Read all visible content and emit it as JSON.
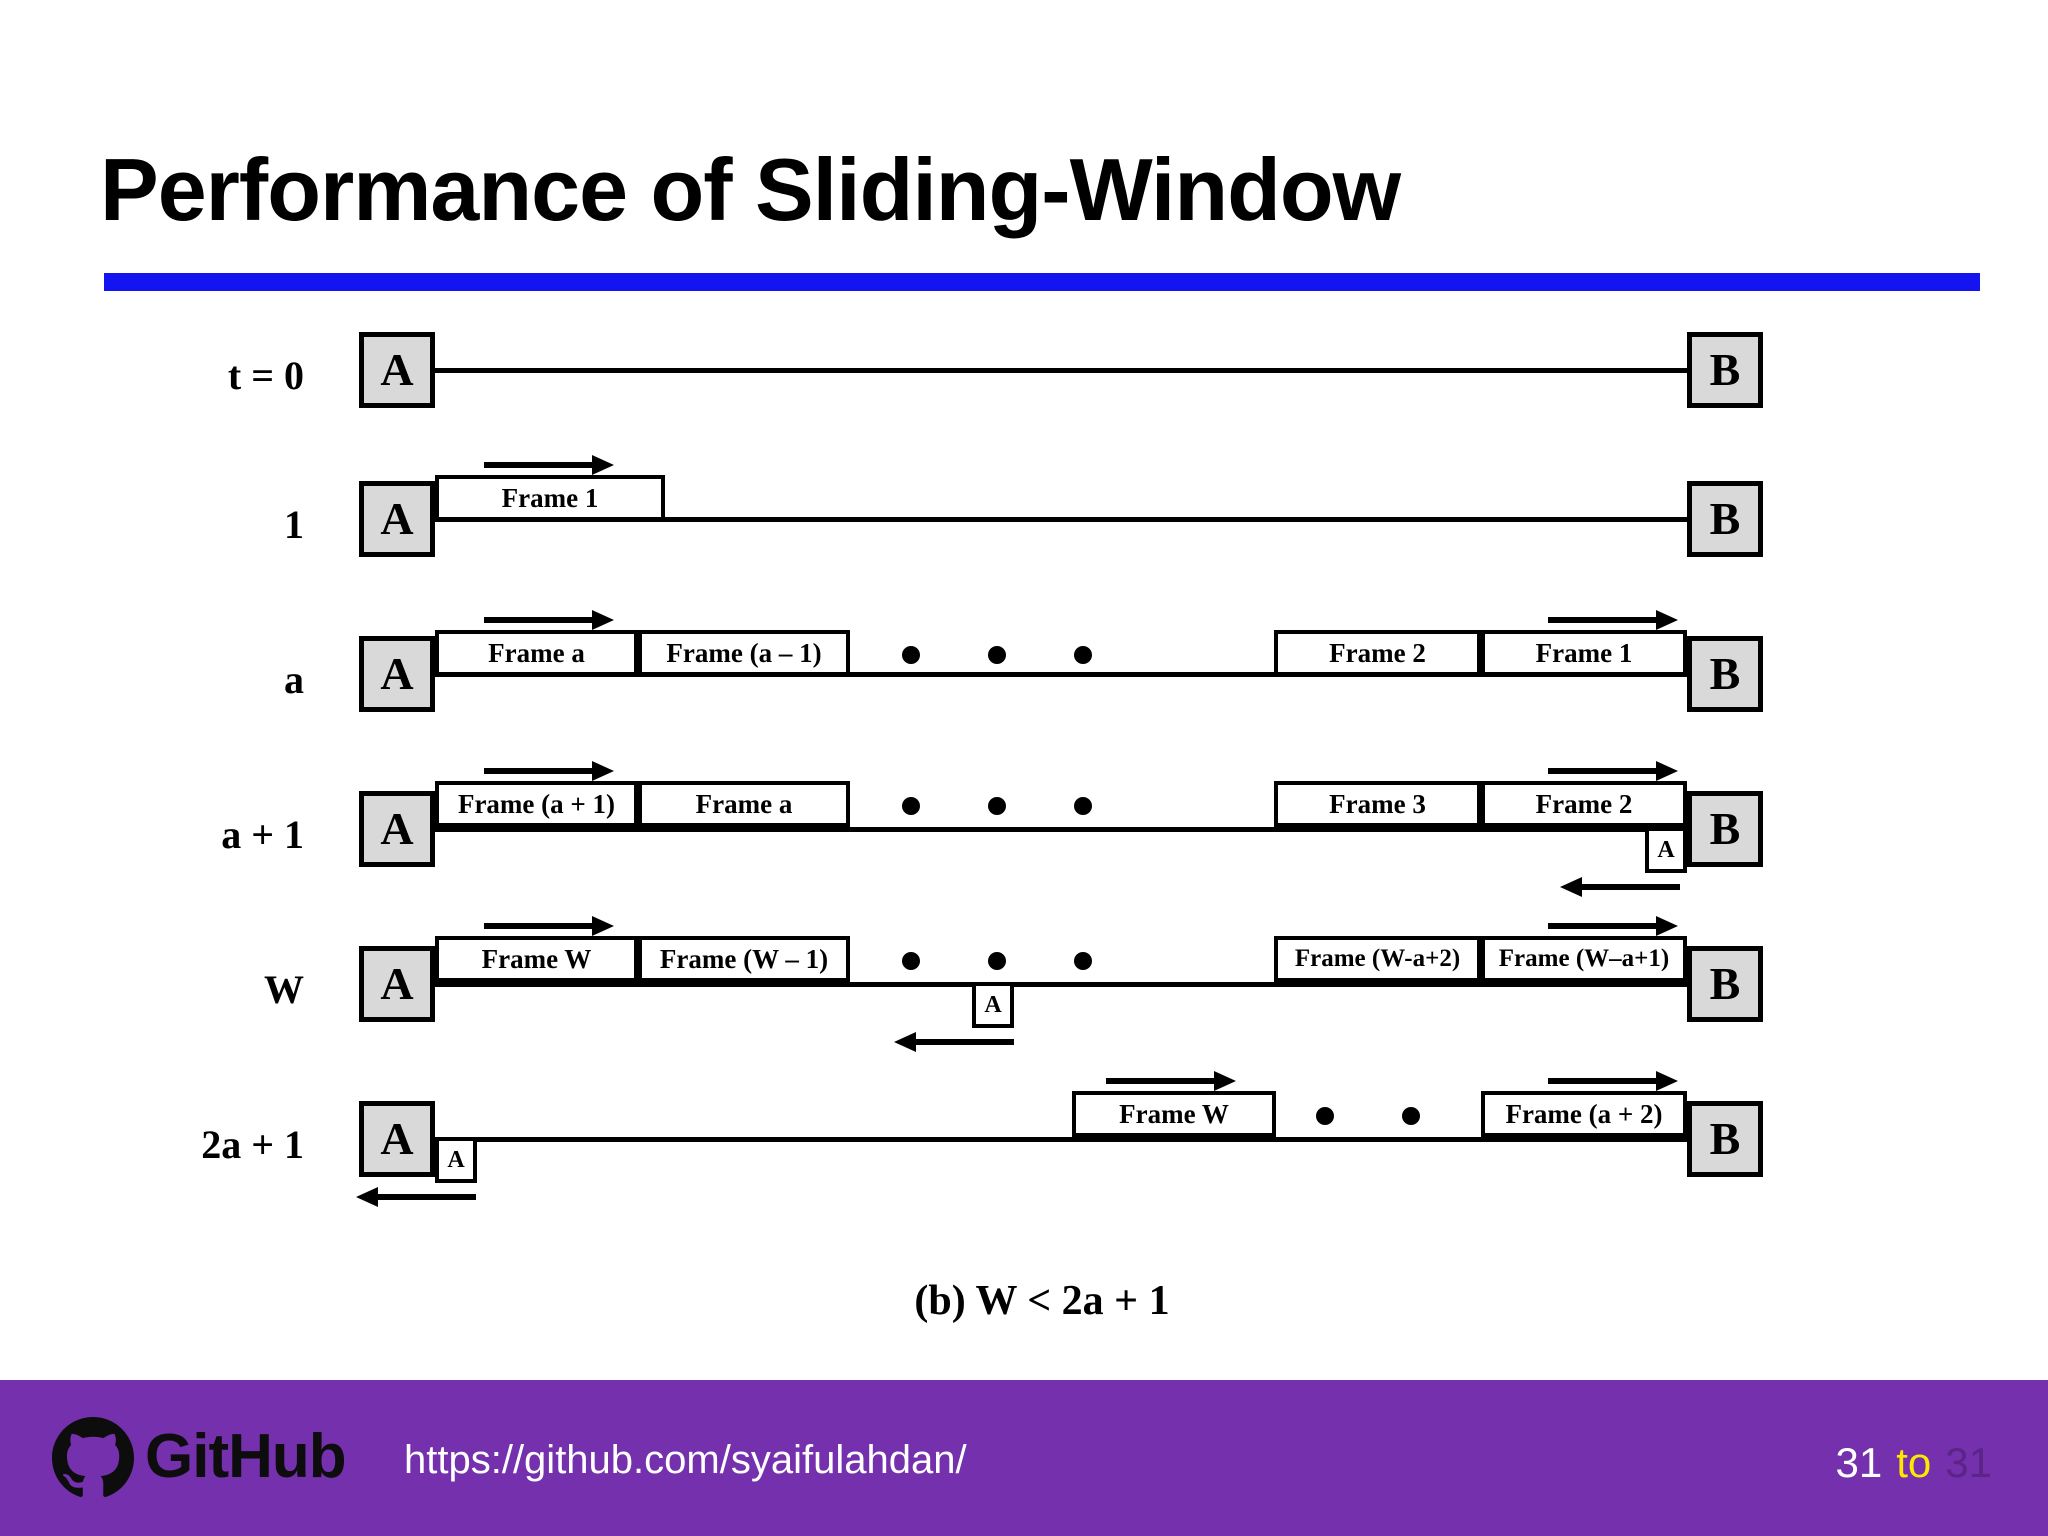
{
  "slide": {
    "title": "Performance of Sliding-Window",
    "accent_rule_color": "#1414f0",
    "figure_caption": "(b) W < 2a + 1"
  },
  "figure": {
    "sender_label": "A",
    "receiver_label": "B",
    "ack_label": "A",
    "rows": [
      {
        "time_label": "t = 0",
        "sender": "A",
        "receiver": "B",
        "left_frames": [],
        "right_frames": [],
        "dots": false,
        "acks": []
      },
      {
        "time_label": "1",
        "sender": "A",
        "receiver": "B",
        "left_frames": [
          "Frame 1"
        ],
        "right_frames": [],
        "dots": false,
        "acks": []
      },
      {
        "time_label": "a",
        "sender": "A",
        "receiver": "B",
        "left_frames": [
          "Frame a",
          "Frame (a – 1)"
        ],
        "right_frames": [
          "Frame 2",
          "Frame 1"
        ],
        "dots": true,
        "acks": []
      },
      {
        "time_label": "a + 1",
        "sender": "A",
        "receiver": "B",
        "left_frames": [
          "Frame (a + 1)",
          "Frame a"
        ],
        "right_frames": [
          "Frame 3",
          "Frame 2"
        ],
        "dots": true,
        "acks": [
          "A"
        ]
      },
      {
        "time_label": "W",
        "sender": "A",
        "receiver": "B",
        "left_frames": [
          "Frame W",
          "Frame (W – 1)"
        ],
        "right_frames": [
          "Frame (W-a+2)",
          "Frame (W–a+1)"
        ],
        "dots": true,
        "acks": [
          "A"
        ]
      },
      {
        "time_label": "2a + 1",
        "sender": "A",
        "receiver": "B",
        "left_frames": [],
        "right_frames": [
          "Frame W",
          "Frame (a + 2)"
        ],
        "dots": true,
        "acks": [
          "A"
        ]
      }
    ]
  },
  "footer": {
    "brand": "GitHub",
    "url": "https://github.com/syaifulahdan/",
    "page_current": "31",
    "page_sep": "to",
    "page_total": "31",
    "bar_color": "#7430ad",
    "sep_color": "#ffe800"
  }
}
